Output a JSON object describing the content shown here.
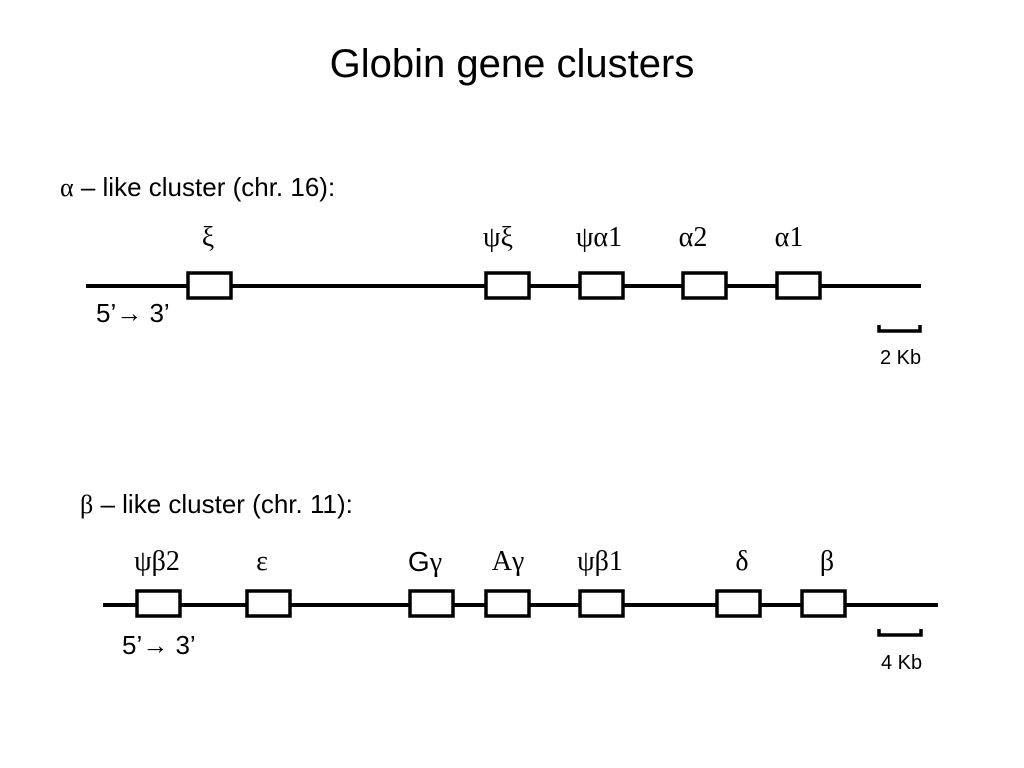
{
  "title": "Globin gene clusters",
  "clusters": [
    {
      "heading_symbol": "α",
      "heading_text": " – like cluster (chr. 16):",
      "orientation": "5’→ 3’",
      "scale_label": "2 Kb",
      "genes": [
        {
          "label": "ξ"
        },
        {
          "label": "ψξ"
        },
        {
          "label": "ψα1"
        },
        {
          "label": "α2"
        },
        {
          "label": "α1"
        }
      ]
    },
    {
      "heading_symbol": "β",
      "heading_text": " – like cluster (chr. 11):",
      "orientation": "5’→ 3’",
      "scale_label": "4 Kb",
      "genes": [
        {
          "label": "ψβ2"
        },
        {
          "label": "ε"
        },
        {
          "label_prefix": "G",
          "label": "γ"
        },
        {
          "label_prefix": "A",
          "label": "γ"
        },
        {
          "label": "ψβ1"
        },
        {
          "label": "δ"
        },
        {
          "label": "β"
        }
      ]
    }
  ]
}
